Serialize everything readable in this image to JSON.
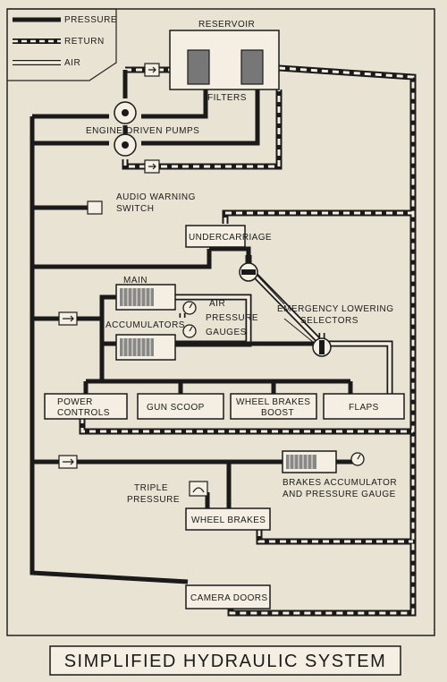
{
  "legend": {
    "pressure": "PRESSURE",
    "return": "RETURN",
    "air": "AIR"
  },
  "labels": {
    "reservoir": "RESERVOIR",
    "filters": "FILTERS",
    "engine_pumps": "ENGINE-DRIVEN PUMPS",
    "audio_line1": "AUDIO WARNING",
    "audio_line2": "SWITCH",
    "emergency_line1": "EMERGENCY LOWERING",
    "emergency_line2": "SELECTORS",
    "main": "MAIN",
    "accumulators": "ACCUMULATORS",
    "air_line1": "AIR",
    "air_line2": "PRESSURE",
    "air_line3": "GAUGES",
    "triple_line1": "TRIPLE",
    "triple_line2": "PRESSURE",
    "brakes_acc_line1": "BRAKES ACCUMULATOR",
    "brakes_acc_line2": "AND PRESSURE GAUGE"
  },
  "boxes": {
    "undercarriage": "UNDERCARRIAGE",
    "power_controls_1": "POWER",
    "power_controls_2": "CONTROLS",
    "gun_scoop": "GUN SCOOP",
    "wheel_brakes_boost_1": "WHEEL BRAKES",
    "wheel_brakes_boost_2": "BOOST",
    "flaps": "FLAPS",
    "wheel_brakes": "WHEEL BRAKES",
    "camera_doors": "CAMERA DOORS"
  },
  "title": "SIMPLIFIED HYDRAULIC SYSTEM"
}
